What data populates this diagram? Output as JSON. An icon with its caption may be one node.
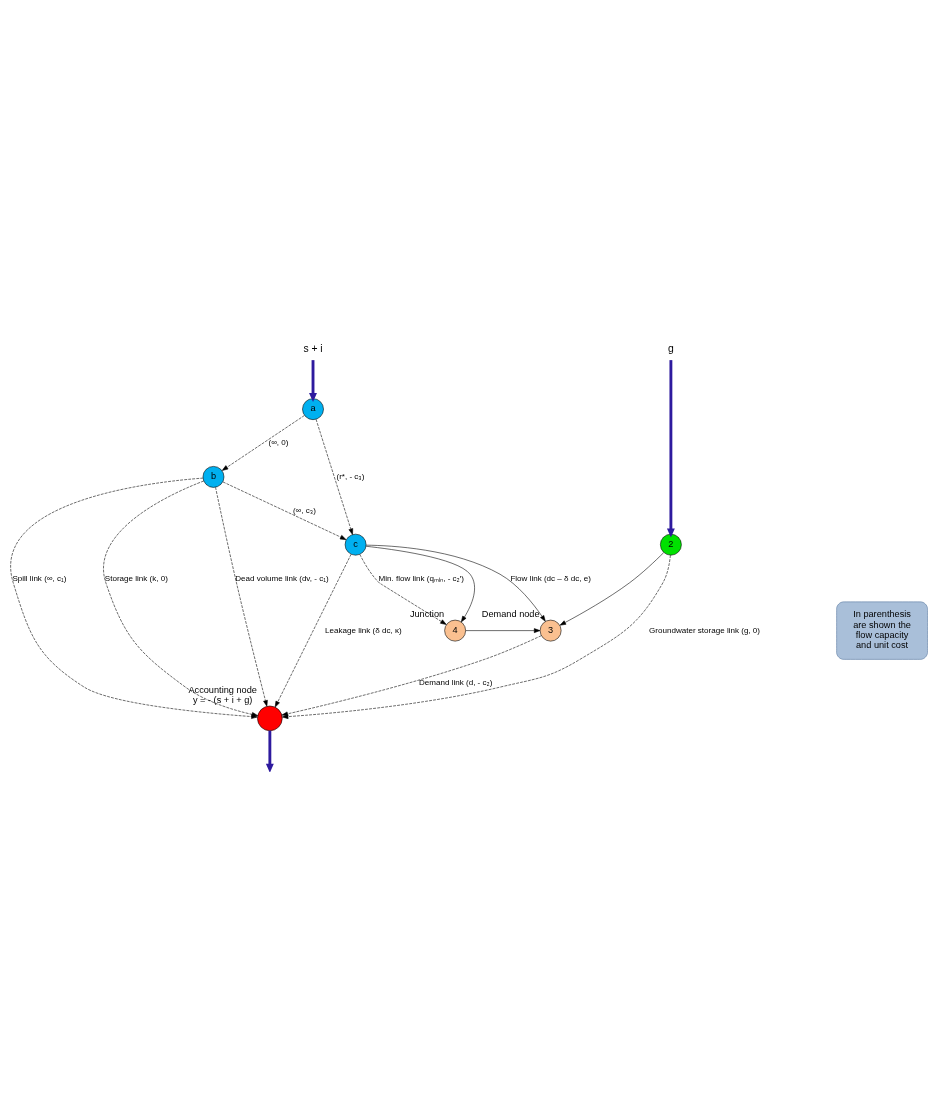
{
  "diagram": {
    "nodes": [
      {
        "text": [
          "s + i"
        ]
      },
      {
        "text": [
          "a"
        ]
      },
      {
        "text": [
          "b"
        ]
      },
      {
        "text": [],
        "shape": "circle",
        "beside": [
          "Accounting node",
          "y = - (s + i + g)"
        ]
      },
      {
        "text": [
          "c"
        ]
      },
      {
        "text": [
          "g"
        ]
      },
      {
        "text": [
          "2"
        ]
      },
      {
        "text": [
          "4"
        ],
        "beside": [
          "Junction"
        ]
      },
      {
        "text": [
          "3"
        ],
        "beside": [
          "Demand node"
        ]
      },
      {
        "text": [
          "In parenthesis are shown the flow capacity and unit cost"
        ]
      }
    ],
    "edges": [
      {
        "from": 0,
        "to": 1,
        "arrow": "to",
        "style": "thick",
        "color": "#2e1a9e"
      },
      {
        "from": 1,
        "to": 2,
        "arrow": "to",
        "label": "(∞, 0)",
        "style": "dashed"
      },
      {
        "from": 1,
        "to": 4,
        "arrow": "to",
        "label": "(r*, - c₃)",
        "style": "dashed"
      },
      {
        "from": 2,
        "to": 4,
        "arrow": "to",
        "label": "(∞, c₃)",
        "style": "dashed"
      },
      {
        "from": 2,
        "to": 3,
        "arrow": "to",
        "label": "Spill link (∞, c₁)",
        "style": "dashed"
      },
      {
        "from": 2,
        "to": 3,
        "arrow": "to",
        "label": "Storage link (k, 0)",
        "style": "dashed"
      },
      {
        "from": 2,
        "to": 3,
        "arrow": "to",
        "label": "Dead volume link (dv, - c₁)",
        "style": "dashed"
      },
      {
        "from": 4,
        "to": 3,
        "arrow": "to",
        "label": "Leakage link (δ dc, κ)",
        "style": "dashed"
      },
      {
        "from": 4,
        "to": 7,
        "arrow": "to",
        "label": "Min. flow link (qₘᵢₙ, - c₂′)",
        "style": "dashed"
      },
      {
        "from": 4,
        "to": 7,
        "arrow": "to"
      },
      {
        "from": 4,
        "to": 8,
        "arrow": "to",
        "label": "Flow link (dc – δ dc, e)"
      },
      {
        "from": 5,
        "to": 6,
        "arrow": "to",
        "style": "thick",
        "color": "#2e1a9e"
      },
      {
        "from": 6,
        "to": 3,
        "arrow": "to",
        "label": "Groundwater storage link (g, 0)",
        "style": "dashed"
      },
      {
        "from": 6,
        "to": 8,
        "arrow": "to"
      },
      {
        "from": 7,
        "to": 8,
        "arrow": "to"
      },
      {
        "from": 8,
        "to": 3,
        "arrow": "to",
        "label": "Demand link (d, - c₂)",
        "style": "dashed"
      },
      {
        "from": 3,
        "to": null,
        "arrow": "to",
        "style": "thick",
        "color": "#2e1a9e"
      }
    ]
  }
}
